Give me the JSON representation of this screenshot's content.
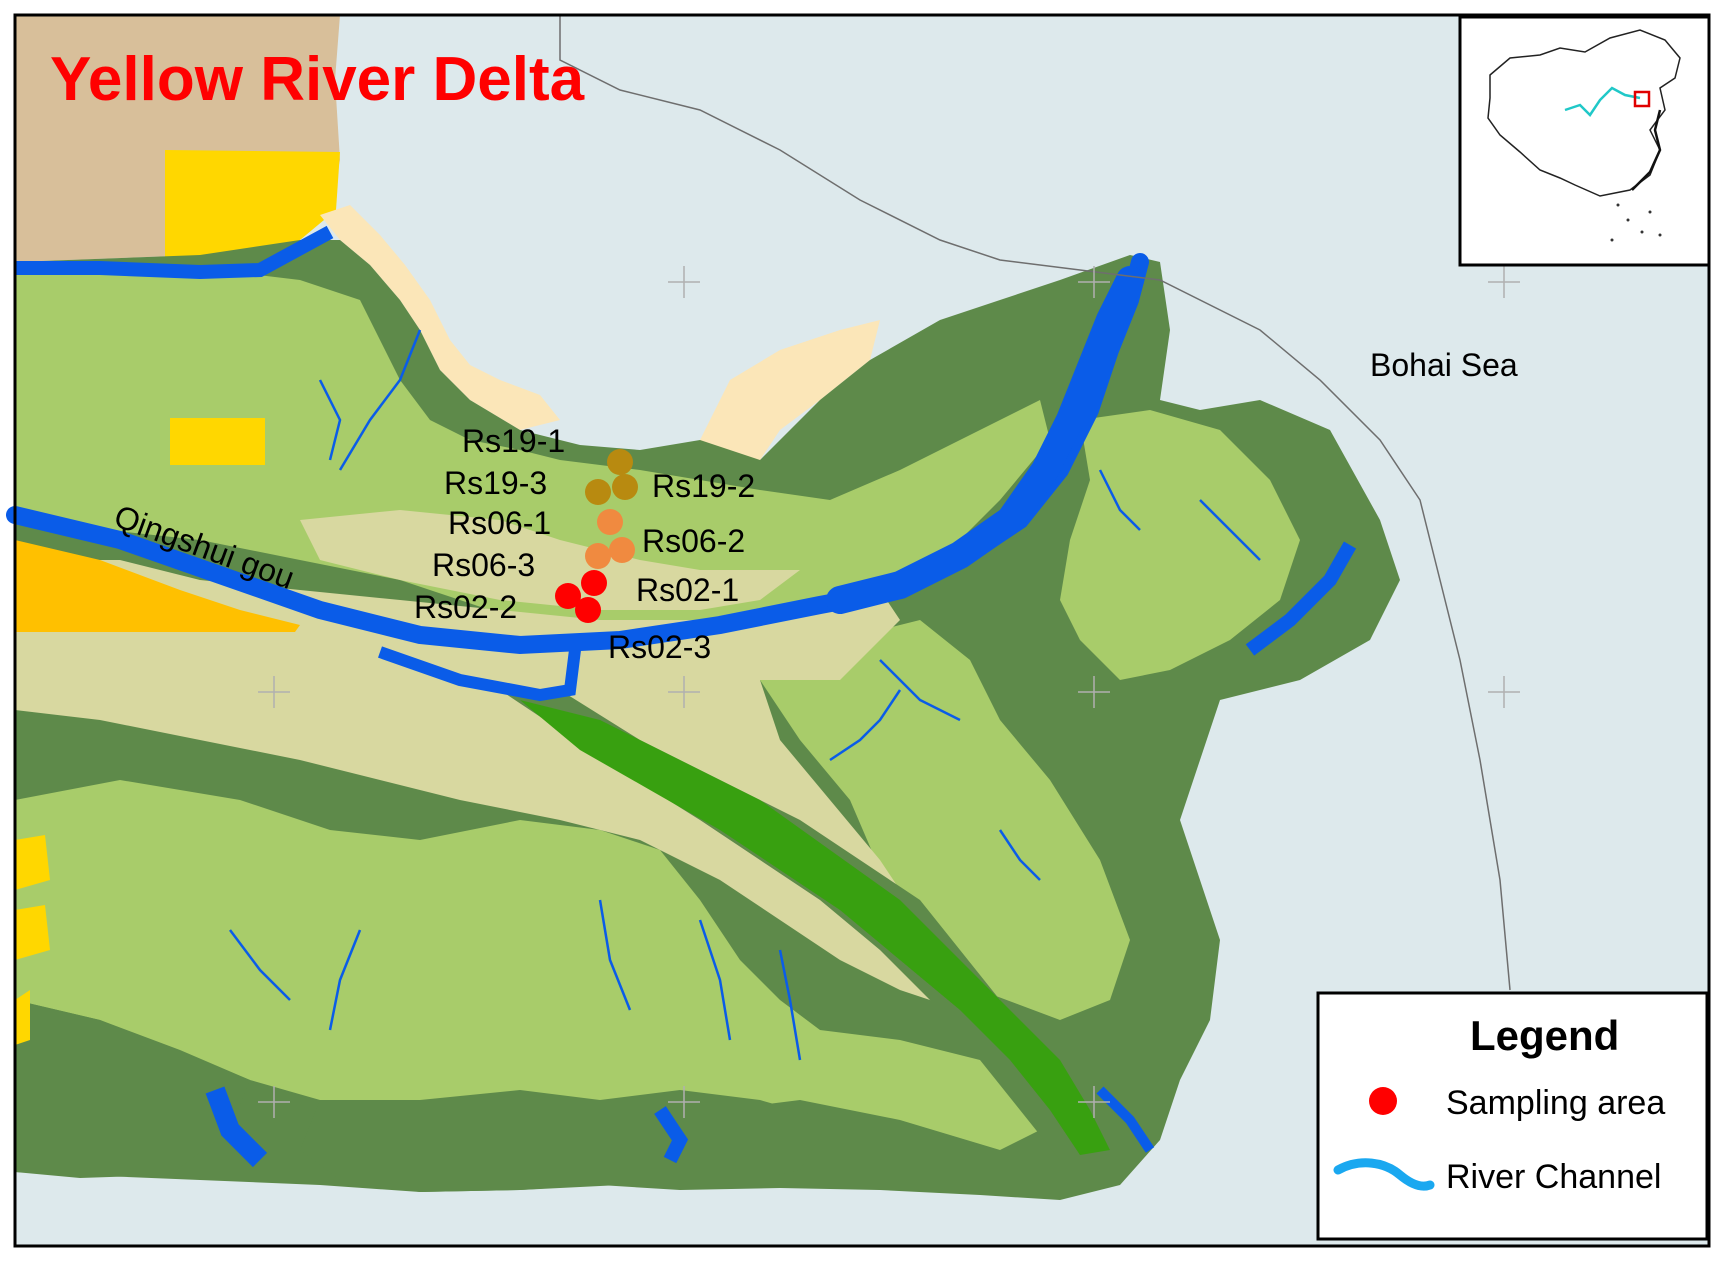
{
  "map": {
    "title": "Yellow River Delta",
    "sea_label": "Bohai Sea",
    "river_label": "Qingshui gou",
    "colors": {
      "title": "#ff0000",
      "sea": "#dde9ec",
      "land_beige": "#d8d8a0",
      "land_light_green": "#a8cc6a",
      "land_dark_green": "#5e8a4a",
      "land_medium_green": "#73b06e",
      "land_bright_green": "#38a010",
      "tidal_flat": "#fbe6b8",
      "urban_yellow": "#ffd700",
      "urban_orange": "#ffc000",
      "upland_tan": "#d8bf9a",
      "river": "#0a5ce8",
      "legend_river": "#1aa8f0",
      "sample_red": "#ff0000",
      "sample_orange": "#f08a40",
      "sample_olive": "#b88a10",
      "inset_river": "#20c8c8"
    }
  },
  "samples": [
    {
      "id": "Rs19-1",
      "group": "Rs19",
      "color": "#b88a10"
    },
    {
      "id": "Rs19-2",
      "group": "Rs19",
      "color": "#b88a10"
    },
    {
      "id": "Rs19-3",
      "group": "Rs19",
      "color": "#b88a10"
    },
    {
      "id": "Rs06-1",
      "group": "Rs06",
      "color": "#f08a40"
    },
    {
      "id": "Rs06-2",
      "group": "Rs06",
      "color": "#f08a40"
    },
    {
      "id": "Rs06-3",
      "group": "Rs06",
      "color": "#f08a40"
    },
    {
      "id": "Rs02-1",
      "group": "Rs02",
      "color": "#ff0000"
    },
    {
      "id": "Rs02-2",
      "group": "Rs02",
      "color": "#ff0000"
    },
    {
      "id": "Rs02-3",
      "group": "Rs02",
      "color": "#ff0000"
    }
  ],
  "legend": {
    "title": "Legend",
    "items": [
      {
        "label": "Sampling area",
        "symbol": "red-dot",
        "color": "#ff0000"
      },
      {
        "label": "River Channel",
        "symbol": "river-line",
        "color": "#1aa8f0"
      }
    ]
  },
  "inset": {
    "description_icon": "china-locator-map"
  }
}
